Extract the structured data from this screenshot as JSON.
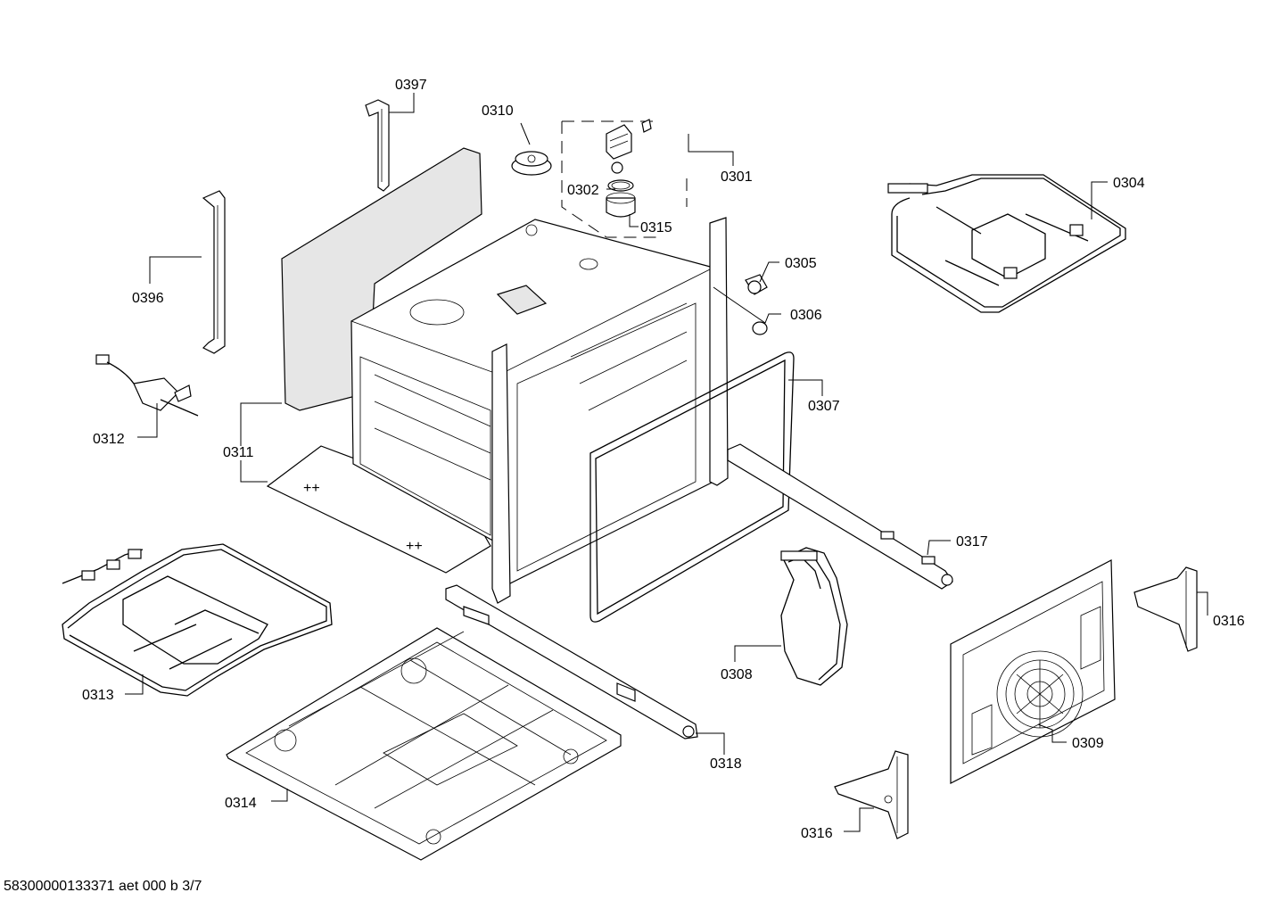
{
  "labels": {
    "p0397": "0397",
    "p0310": "0310",
    "p0301": "0301",
    "p0302": "0302",
    "p0315": "0315",
    "p0304": "0304",
    "p0396": "0396",
    "p0305": "0305",
    "p0306": "0306",
    "p0307": "0307",
    "p0312": "0312",
    "p0311": "0311",
    "p0317": "0317",
    "p0316a": "0316",
    "p0308": "0308",
    "p0313": "0313",
    "p0309": "0309",
    "p0318": "0318",
    "p0314": "0314",
    "p0316b": "0316"
  },
  "footer": "58300000133371 aet 000 b 3/7"
}
